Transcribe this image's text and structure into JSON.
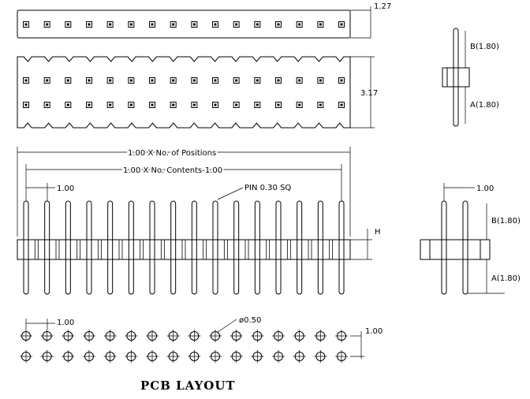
{
  "drawing": {
    "pitch_top": "1.27",
    "height_double": "3.17",
    "b_label": "B(1.80)",
    "a_label": "A(1.80)",
    "total_length": "1.00 X No. of Positions",
    "contents_length": "1.00 X No. Contents-1.00",
    "pitch": "1.00",
    "pin_note": "PIN 0.30 SQ",
    "h_label": "H",
    "hole_diameter": "ø0.50",
    "pcb_title": "PCB LAYOUT"
  },
  "positions": 16
}
